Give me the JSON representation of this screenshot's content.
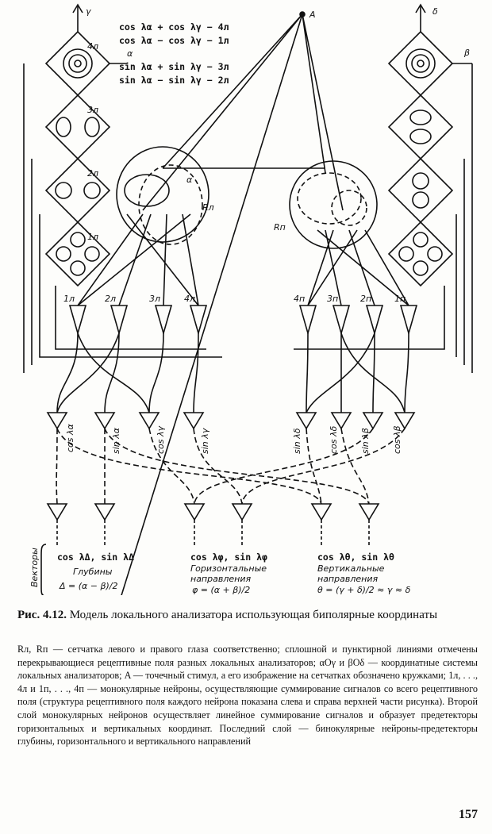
{
  "figure": {
    "point_label": "A",
    "left_axis_labels": [
      "γ",
      "α"
    ],
    "right_axis_labels": [
      "δ",
      "β"
    ],
    "left_retina": "Rл",
    "right_retina": "Rп",
    "left_fields": [
      "4л",
      "3л",
      "2л",
      "1л"
    ],
    "left_neurons": [
      "1л",
      "2л",
      "3л",
      "4л"
    ],
    "right_neurons": [
      "4п",
      "3п",
      "2п",
      "1п"
    ],
    "formulas": [
      "cos λα + cos λγ − 4л",
      "cos λα − cos λγ − 1л",
      "α",
      "sin λα + sin λγ − 3л",
      "sin λα − sin λγ − 2л"
    ],
    "second_layer_left": [
      "cos λα",
      "sin λα",
      "cos λγ",
      "sin λγ"
    ],
    "second_layer_right": [
      "sin λδ",
      "cos λδ",
      "sin λβ",
      "cos λβ"
    ],
    "vectors_label": "Векторы",
    "groups": [
      {
        "line1": "cos λΔ, sin λΔ",
        "line2": "Глубины",
        "line3": "",
        "formula": "Δ = (α − β)/2"
      },
      {
        "line1": "cos λφ, sin λφ",
        "line2": "Горизонтальные",
        "line3": "направления",
        "formula": "φ = (α + β)/2"
      },
      {
        "line1": "cos λθ, sin λθ",
        "line2": "Вертикальные",
        "line3": "направления",
        "formula": "θ = (γ + δ)/2 ≈ γ ≈ δ"
      }
    ]
  },
  "caption": {
    "label": "Рис. 4.12.",
    "title": "Модель локального анализатора использующая биполярные координаты",
    "body": "Rл, Rп — сетчатка левого и правого глаза соответственно; сплошной и пунктирной линиями отмечены перекрывающиеся рецептивные поля разных локальных анализаторов; αOγ и βOδ — координатные системы локальных анализаторов; A — точечный стимул, а его изображение на сетчатках обозначено кружками; 1л, . . ., 4л и 1п, . . ., 4п — монокулярные нейроны, осуществляющие суммирование сигналов со всего рецептивного поля (структура рецептивного поля каждого нейрона показана слева и справа верхней части рисунка). Второй слой монокулярных нейронов осуществляет линейное суммирование сигналов и образует предетекторы горизонтальных и вертикальных координат. Последний слой — бинокулярные нейроны-предетекторы глубины, горизонтального и вертикального направлений"
  },
  "page_number": "157"
}
